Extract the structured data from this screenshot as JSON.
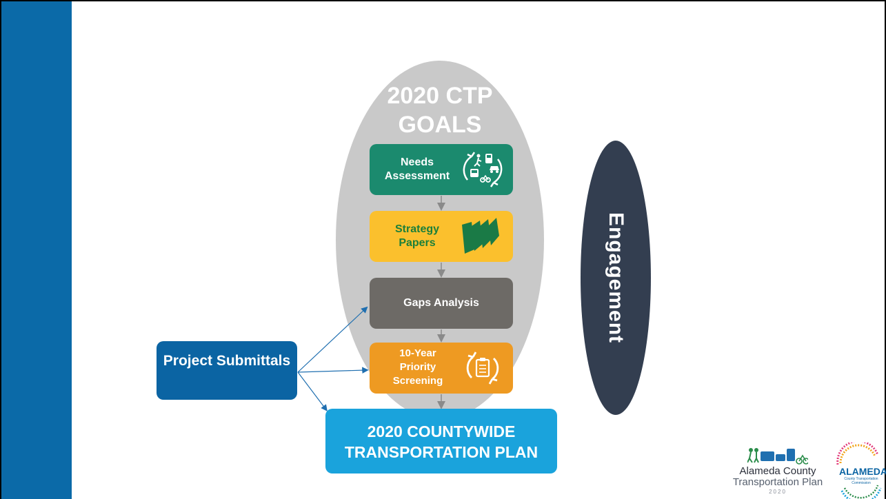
{
  "goals_title": "2020 CTP GOALS",
  "steps": {
    "needs": "Needs Assessment",
    "strategy": "Strategy Papers",
    "gaps": "Gaps Analysis",
    "priority": "10-Year Priority Screening"
  },
  "engagement": "Engagement",
  "submittals": "Project Submittals",
  "final": "2020 COUNTYWIDE TRANSPORTATION PLAN",
  "logos": {
    "actp_line1": "Alameda County",
    "actp_line2": "Transportation Plan",
    "actp_year": "2020",
    "alameda": "ALAMEDA",
    "alameda_sub": "County Transportation Commission"
  },
  "colors": {
    "sidebar": "#0b6aa8",
    "needs": "#1b8a6e",
    "strategy": "#fbc02d",
    "gaps": "#6d6a66",
    "priority": "#ee9a22",
    "engagement": "#333e50",
    "submittals": "#0b64a3",
    "final": "#1aa3dc"
  },
  "icons": {
    "needs": "transport-modes-cycle-icon",
    "strategy": "stacked-papers-icon",
    "priority": "clipboard-refresh-icon"
  }
}
